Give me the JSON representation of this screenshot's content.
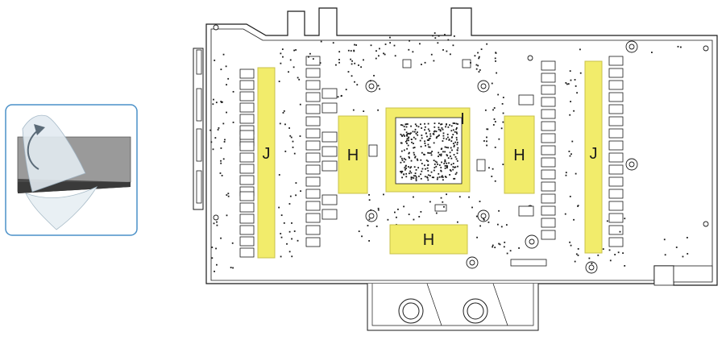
{
  "diagram": {
    "inset": {
      "description_icon": "peel-film-icon",
      "colors": {
        "border": "#4a90c8",
        "pad_top": "#9a9a9a",
        "pad_side": "#4a4a4a",
        "film": "#dfe8ee",
        "arrow": "#5b6b78"
      }
    },
    "pad_labels": {
      "j_left": "J",
      "j_right": "J",
      "h_left": "H",
      "h_right": "H",
      "h_bottom": "H",
      "i_core": "I"
    },
    "colors": {
      "thermal_pad": "#f2ec6b",
      "pad_stroke": "#c8c24a",
      "board_line": "#1a1a1a",
      "board_fill": "#ffffff"
    }
  }
}
